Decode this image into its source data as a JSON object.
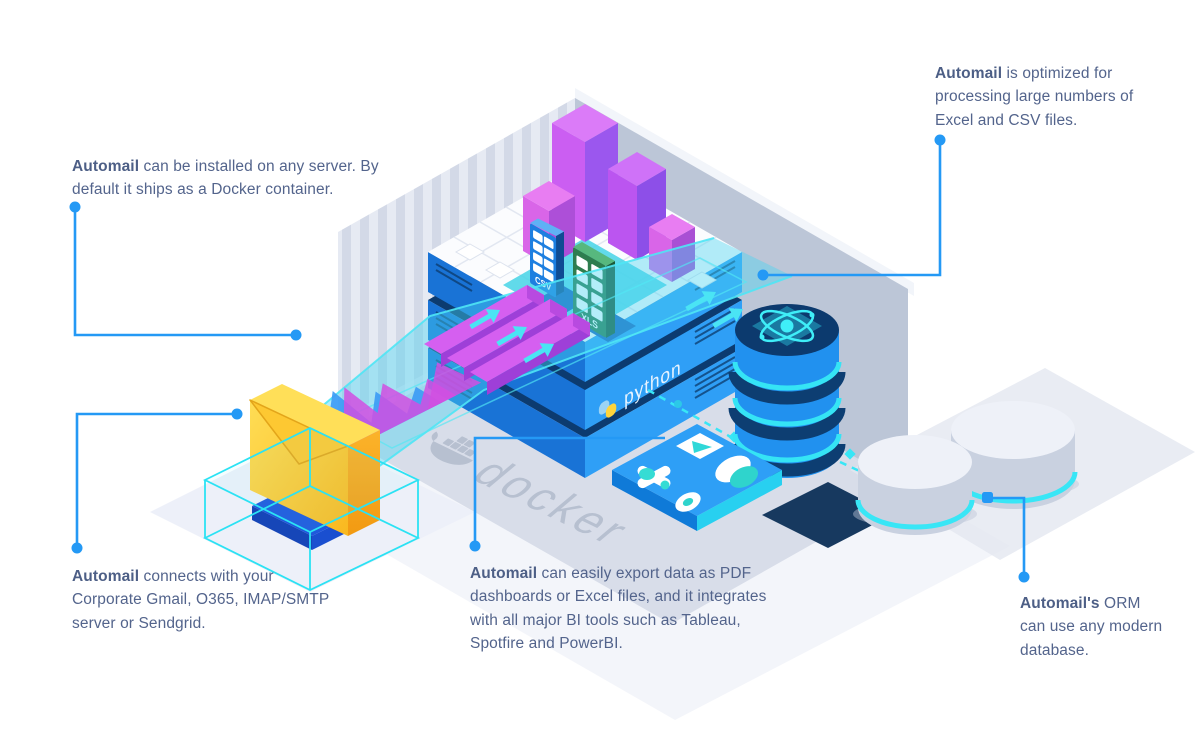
{
  "annotations": [
    {
      "id": "install",
      "bold": "Automail",
      "text": " can be installed on any server. By default it ships as a Docker container."
    },
    {
      "id": "optimized",
      "bold": "Automail",
      "text": " is optimized for processing large numbers of Excel and CSV files."
    },
    {
      "id": "connects",
      "bold": "Automail",
      "text": " connects with your Corporate Gmail, O365, IMAP/SMTP server or Sendgrid."
    },
    {
      "id": "export",
      "bold": "Automail",
      "text": " can easily export data as PDF dashboards or Excel files, and it integrates with all major BI tools such as Tableau, Spotfire and PowerBI."
    },
    {
      "id": "orm",
      "bold": "Automail's",
      "text": " ORM can use any modern database."
    }
  ],
  "illustration": {
    "server_label": "python",
    "csv_label": "CSV",
    "xls_label": "XLS",
    "floor_label": "docker"
  },
  "colors": {
    "connector_blue": "#2499f5",
    "annotation_text": "#53648c",
    "server_blue_right": "#2f9ff6",
    "server_blue_left": "#1973d6",
    "server_top_navy": "#0c3b70",
    "accent_cyan": "#35e4f5",
    "bar_purple": "#c45df2",
    "bar_magenta": "#d14fe2",
    "envelope_yellow": "#ffd338",
    "xls_green": "#2e7d4f",
    "csv_blue": "#1d7fe0",
    "room_gray": "#d8dde9"
  }
}
